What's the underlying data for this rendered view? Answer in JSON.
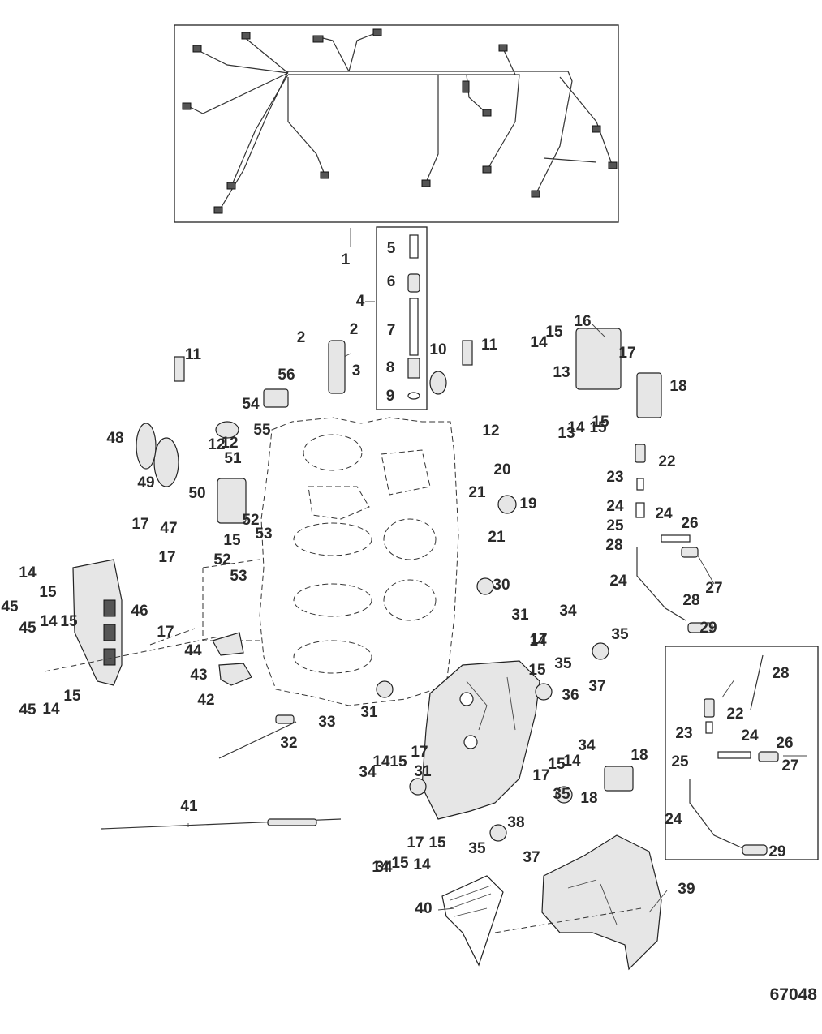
{
  "drawing_number": "67048",
  "callouts": [
    {
      "label": "1"
    },
    {
      "label": "2"
    },
    {
      "label": "2"
    },
    {
      "label": "3"
    },
    {
      "label": "4"
    },
    {
      "label": "5"
    },
    {
      "label": "6"
    },
    {
      "label": "7"
    },
    {
      "label": "8"
    },
    {
      "label": "9"
    },
    {
      "label": "10"
    },
    {
      "label": "11"
    },
    {
      "label": "11"
    },
    {
      "label": "12"
    },
    {
      "label": "12"
    },
    {
      "label": "13"
    },
    {
      "label": "13"
    },
    {
      "label": "14"
    },
    {
      "label": "15"
    },
    {
      "label": "15"
    },
    {
      "label": "16"
    },
    {
      "label": "17"
    },
    {
      "label": "18"
    },
    {
      "label": "17"
    },
    {
      "label": "17"
    },
    {
      "label": "19"
    },
    {
      "label": "20"
    },
    {
      "label": "21"
    },
    {
      "label": "21"
    },
    {
      "label": "22"
    },
    {
      "label": "23"
    },
    {
      "label": "24"
    },
    {
      "label": "24"
    },
    {
      "label": "25"
    },
    {
      "label": "26"
    },
    {
      "label": "28"
    },
    {
      "label": "27"
    },
    {
      "label": "24"
    },
    {
      "label": "28"
    },
    {
      "label": "29"
    },
    {
      "label": "30"
    },
    {
      "label": "31"
    },
    {
      "label": "31"
    },
    {
      "label": "31"
    },
    {
      "label": "32"
    },
    {
      "label": "33"
    },
    {
      "label": "34"
    },
    {
      "label": "34"
    },
    {
      "label": "34"
    },
    {
      "label": "34"
    },
    {
      "label": "35"
    },
    {
      "label": "35"
    },
    {
      "label": "35"
    },
    {
      "label": "35"
    },
    {
      "label": "36"
    },
    {
      "label": "37"
    },
    {
      "label": "37"
    },
    {
      "label": "38"
    },
    {
      "label": "39"
    },
    {
      "label": "40"
    },
    {
      "label": "41"
    },
    {
      "label": "42"
    },
    {
      "label": "43"
    },
    {
      "label": "44"
    },
    {
      "label": "45"
    },
    {
      "label": "45"
    },
    {
      "label": "45"
    },
    {
      "label": "46"
    },
    {
      "label": "47"
    },
    {
      "label": "48"
    },
    {
      "label": "49"
    },
    {
      "label": "50"
    },
    {
      "label": "51"
    },
    {
      "label": "52"
    },
    {
      "label": "52"
    },
    {
      "label": "53"
    },
    {
      "label": "53"
    },
    {
      "label": "54"
    },
    {
      "label": "55"
    },
    {
      "label": "56"
    },
    {
      "label": "14"
    },
    {
      "label": "15"
    },
    {
      "label": "14"
    },
    {
      "label": "15"
    },
    {
      "label": "14"
    },
    {
      "label": "15"
    },
    {
      "label": "14"
    },
    {
      "label": "15"
    },
    {
      "label": "15"
    },
    {
      "label": "14"
    },
    {
      "label": "17"
    },
    {
      "label": "14"
    },
    {
      "label": "15"
    },
    {
      "label": "17"
    },
    {
      "label": "15"
    },
    {
      "label": "17"
    },
    {
      "label": "14"
    },
    {
      "label": "17"
    },
    {
      "label": "14"
    },
    {
      "label": "15"
    },
    {
      "label": "17"
    },
    {
      "label": "18"
    },
    {
      "label": "18"
    },
    {
      "label": "12"
    },
    {
      "label": "28"
    },
    {
      "label": "22"
    },
    {
      "label": "23"
    },
    {
      "label": "24"
    },
    {
      "label": "26"
    },
    {
      "label": "25"
    },
    {
      "label": "27"
    },
    {
      "label": "24"
    },
    {
      "label": "29"
    },
    {
      "label": "15"
    },
    {
      "label": "14"
    },
    {
      "label": "15"
    }
  ]
}
